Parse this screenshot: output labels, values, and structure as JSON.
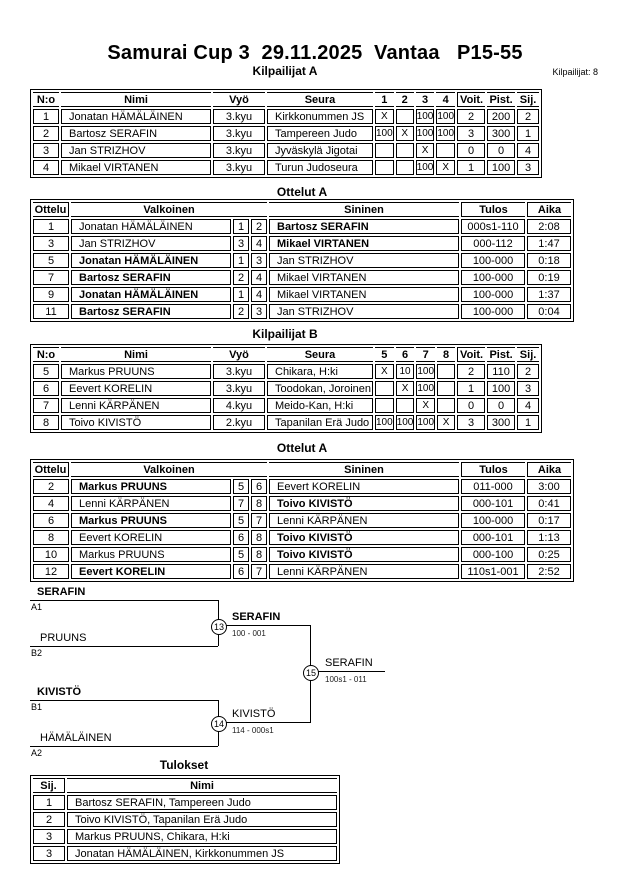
{
  "header": {
    "title": "Samurai Cup 3  29.11.2025  Vantaa   P15-55",
    "competitors_count_label": "Kilpailijat: 8"
  },
  "pool_a": {
    "title": "Kilpailijat A",
    "headers": [
      "N:o",
      "Nimi",
      "Vyö",
      "Seura",
      "1",
      "2",
      "3",
      "4",
      "Voit.",
      "Pist.",
      "Sij."
    ],
    "rows": [
      {
        "no": "1",
        "name": "Jonatan HÄMÄLÄINEN",
        "belt": "3.kyu",
        "club": "Kirkkonummen JS",
        "results": [
          "X",
          "",
          "100",
          "100"
        ],
        "wins": "2",
        "points": "200",
        "place": "2"
      },
      {
        "no": "2",
        "name": "Bartosz SERAFIN",
        "belt": "3.kyu",
        "club": "Tampereen Judo",
        "results": [
          "100",
          "X",
          "100",
          "100"
        ],
        "wins": "3",
        "points": "300",
        "place": "1"
      },
      {
        "no": "3",
        "name": "Jan STRIZHOV",
        "belt": "3.kyu",
        "club": "Jyväskylä Jigotai",
        "results": [
          "",
          "",
          "X",
          ""
        ],
        "wins": "0",
        "points": "0",
        "place": "4"
      },
      {
        "no": "4",
        "name": "Mikael VIRTANEN",
        "belt": "3.kyu",
        "club": "Turun Judoseura",
        "results": [
          "",
          "",
          "100",
          "X"
        ],
        "wins": "1",
        "points": "100",
        "place": "3"
      }
    ]
  },
  "matches_a": {
    "title": "Ottelut A",
    "headers": [
      "Ottelu",
      "Valkoinen",
      "Sininen",
      "Tulos",
      "Aika"
    ],
    "rows": [
      {
        "no": "1",
        "white": "Jonatan HÄMÄLÄINEN",
        "white_no": "1",
        "blue_no": "2",
        "blue": "Bartosz SERAFIN",
        "winner": "blue",
        "result": "000s1-110",
        "time": "2:08"
      },
      {
        "no": "3",
        "white": "Jan STRIZHOV",
        "white_no": "3",
        "blue_no": "4",
        "blue": "Mikael VIRTANEN",
        "winner": "blue",
        "result": "000-112",
        "time": "1:47"
      },
      {
        "no": "5",
        "white": "Jonatan HÄMÄLÄINEN",
        "white_no": "1",
        "blue_no": "3",
        "blue": "Jan STRIZHOV",
        "winner": "white",
        "result": "100-000",
        "time": "0:18"
      },
      {
        "no": "7",
        "white": "Bartosz SERAFIN",
        "white_no": "2",
        "blue_no": "4",
        "blue": "Mikael VIRTANEN",
        "winner": "white",
        "result": "100-000",
        "time": "0:19"
      },
      {
        "no": "9",
        "white": "Jonatan HÄMÄLÄINEN",
        "white_no": "1",
        "blue_no": "4",
        "blue": "Mikael VIRTANEN",
        "winner": "white",
        "result": "100-000",
        "time": "1:37"
      },
      {
        "no": "11",
        "white": "Bartosz SERAFIN",
        "white_no": "2",
        "blue_no": "3",
        "blue": "Jan STRIZHOV",
        "winner": "white",
        "result": "100-000",
        "time": "0:04"
      }
    ]
  },
  "pool_b": {
    "title": "Kilpailijat B",
    "headers": [
      "N:o",
      "Nimi",
      "Vyö",
      "Seura",
      "5",
      "6",
      "7",
      "8",
      "Voit.",
      "Pist.",
      "Sij."
    ],
    "rows": [
      {
        "no": "5",
        "name": "Markus PRUUNS",
        "belt": "3.kyu",
        "club": "Chikara, H:ki",
        "results": [
          "X",
          "10",
          "100",
          ""
        ],
        "wins": "2",
        "points": "110",
        "place": "2"
      },
      {
        "no": "6",
        "name": "Eevert KORELIN",
        "belt": "3.kyu",
        "club": "Toodokan, Joroinen",
        "results": [
          "",
          "X",
          "100",
          ""
        ],
        "wins": "1",
        "points": "100",
        "place": "3"
      },
      {
        "no": "7",
        "name": "Lenni KÄRPÄNEN",
        "belt": "4.kyu",
        "club": "Meido-Kan, H:ki",
        "results": [
          "",
          "",
          "X",
          ""
        ],
        "wins": "0",
        "points": "0",
        "place": "4"
      },
      {
        "no": "8",
        "name": "Toivo KIVISTÖ",
        "belt": "2.kyu",
        "club": "Tapanilan Erä Judo",
        "results": [
          "100",
          "100",
          "100",
          "X"
        ],
        "wins": "3",
        "points": "300",
        "place": "1"
      }
    ]
  },
  "matches_b": {
    "title": "Ottelut A",
    "headers": [
      "Ottelu",
      "Valkoinen",
      "Sininen",
      "Tulos",
      "Aika"
    ],
    "rows": [
      {
        "no": "2",
        "white": "Markus PRUUNS",
        "white_no": "5",
        "blue_no": "6",
        "blue": "Eevert KORELIN",
        "winner": "white",
        "result": "011-000",
        "time": "3:00"
      },
      {
        "no": "4",
        "white": "Lenni KÄRPÄNEN",
        "white_no": "7",
        "blue_no": "8",
        "blue": "Toivo KIVISTÖ",
        "winner": "blue",
        "result": "000-101",
        "time": "0:41"
      },
      {
        "no": "6",
        "white": "Markus PRUUNS",
        "white_no": "5",
        "blue_no": "7",
        "blue": "Lenni KÄRPÄNEN",
        "winner": "white",
        "result": "100-000",
        "time": "0:17"
      },
      {
        "no": "8",
        "white": "Eevert KORELIN",
        "white_no": "6",
        "blue_no": "8",
        "blue": "Toivo KIVISTÖ",
        "winner": "blue",
        "result": "000-101",
        "time": "1:13"
      },
      {
        "no": "10",
        "white": "Markus PRUUNS",
        "white_no": "5",
        "blue_no": "8",
        "blue": "Toivo KIVISTÖ",
        "winner": "blue",
        "result": "000-100",
        "time": "0:25"
      },
      {
        "no": "12",
        "white": "Eevert KORELIN",
        "white_no": "6",
        "blue_no": "7",
        "blue": "Lenni KÄRPÄNEN",
        "winner": "white",
        "result": "110s1-001",
        "time": "2:52"
      }
    ]
  },
  "bracket": {
    "semifinal_1": {
      "match_no": "13",
      "top_name": "SERAFIN",
      "top_seed": "A1",
      "top_bold": true,
      "bottom_name": "PRUUNS",
      "bottom_seed": "B2",
      "bottom_bold": false,
      "winner_name": "SERAFIN",
      "winner_bold": true,
      "score": "100 - 001"
    },
    "semifinal_2": {
      "match_no": "14",
      "top_name": "KIVISTÖ",
      "top_seed": "B1",
      "top_bold": true,
      "bottom_name": "HÄMÄLÄINEN",
      "bottom_seed": "A2",
      "bottom_bold": false,
      "winner_name": "KIVISTÖ",
      "winner_bold": false,
      "score": "114 - 000s1"
    },
    "final": {
      "match_no": "15",
      "winner_name": "SERAFIN",
      "winner_bold": false,
      "score": "100s1 - 011"
    }
  },
  "results": {
    "title": "Tulokset",
    "headers": [
      "Sij.",
      "Nimi"
    ],
    "rows": [
      {
        "place": "1",
        "name": "Bartosz SERAFIN, Tampereen Judo"
      },
      {
        "place": "2",
        "name": "Toivo KIVISTÖ, Tapanilan Erä Judo"
      },
      {
        "place": "3",
        "name": "Markus PRUUNS, Chikara, H:ki"
      },
      {
        "place": "3",
        "name": "Jonatan HÄMÄLÄINEN, Kirkkonummen JS"
      }
    ]
  }
}
